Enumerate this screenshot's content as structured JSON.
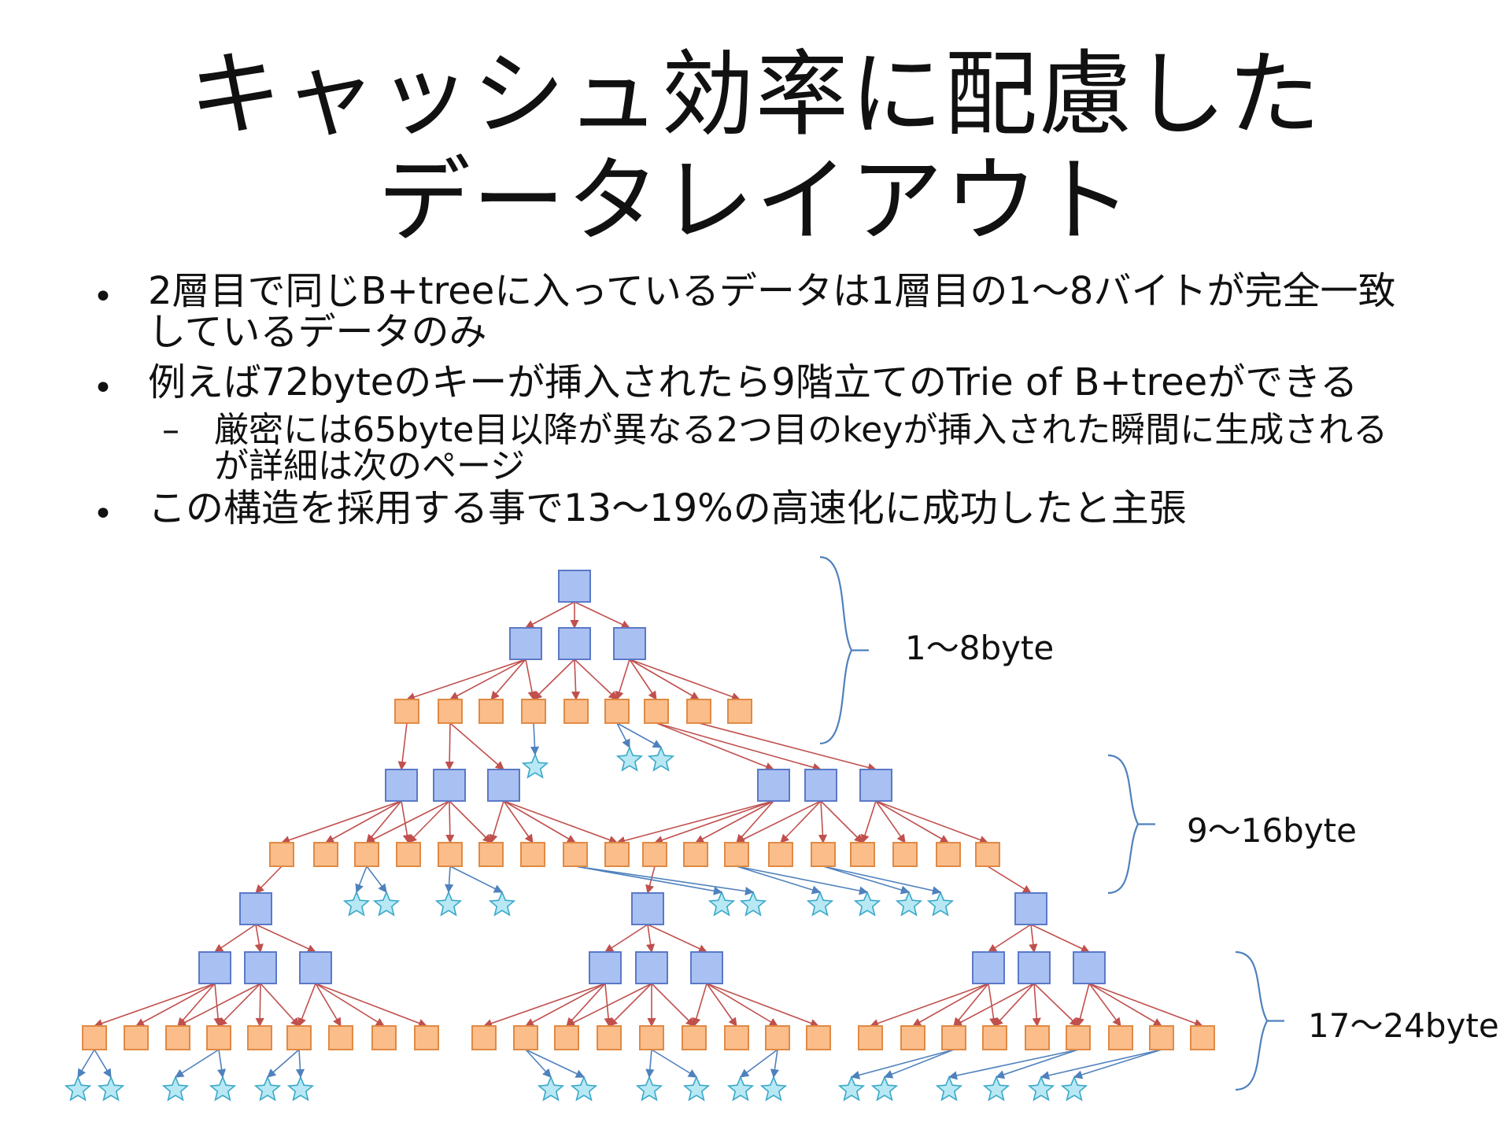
{
  "title": {
    "line1": "キャッシュ効率に配慮した",
    "line2": "データレイアウト"
  },
  "bullets": [
    {
      "marker": "•",
      "lines": [
        "2層目で同じB+treeに入っているデータは1層目の1〜8バイトが完全一致",
        "しているデータのみ"
      ]
    },
    {
      "marker": "•",
      "lines": [
        "例えば72byteのキーが挿入されたら9階立てのTrie of B+treeができる"
      ],
      "sub": {
        "marker": "–",
        "lines": [
          "厳密には65byte目以降が異なる2つ目のkeyが挿入された瞬間に生成される",
          "が詳細は次のページ"
        ]
      }
    },
    {
      "marker": "•",
      "lines": [
        "この構造を採用する事で13〜19%の高速化に成功したと主張"
      ]
    }
  ],
  "diagram": {
    "level_labels": [
      "1〜8byte",
      "9〜16byte",
      "17〜24byte"
    ],
    "colors": {
      "interior_fill": "#a9c0f2",
      "interior_stroke": "#5b79c7",
      "leaf_fill": "#fbbd8a",
      "leaf_stroke": "#e08a45",
      "star_fill": "#b8e8f4",
      "star_stroke": "#3aa9c9",
      "red_arrow": "#c0504d",
      "blue_arrow": "#4f81bd",
      "brace": "#4f81bd"
    }
  }
}
